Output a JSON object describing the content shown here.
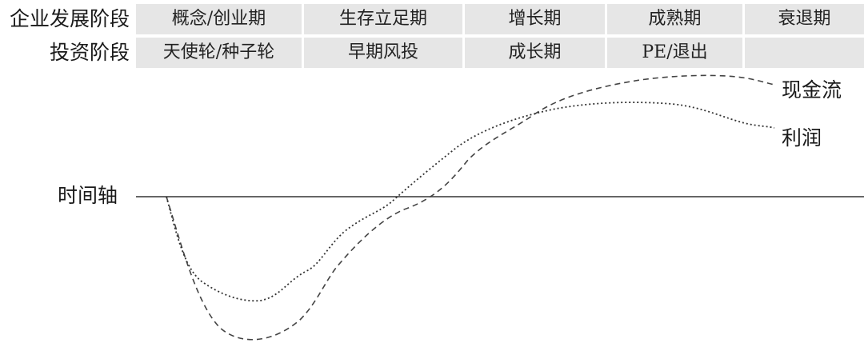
{
  "rows": {
    "enterprise": {
      "label": "企业发展阶段",
      "cells": [
        "概念/创业期",
        "生存立足期",
        "增长期",
        "成熟期",
        "衰退期"
      ]
    },
    "investment": {
      "label": "投资阶段",
      "cells": [
        "天使轮/种子轮",
        "早期风投",
        "成长期",
        "PE/退出",
        ""
      ]
    }
  },
  "axis": {
    "label": "时间轴"
  },
  "curves": {
    "cash_flow": {
      "label": "现金流"
    },
    "profit": {
      "label": "利润"
    }
  },
  "colors": {
    "cell_bg": "#e6e6e6",
    "line": "#333333"
  }
}
